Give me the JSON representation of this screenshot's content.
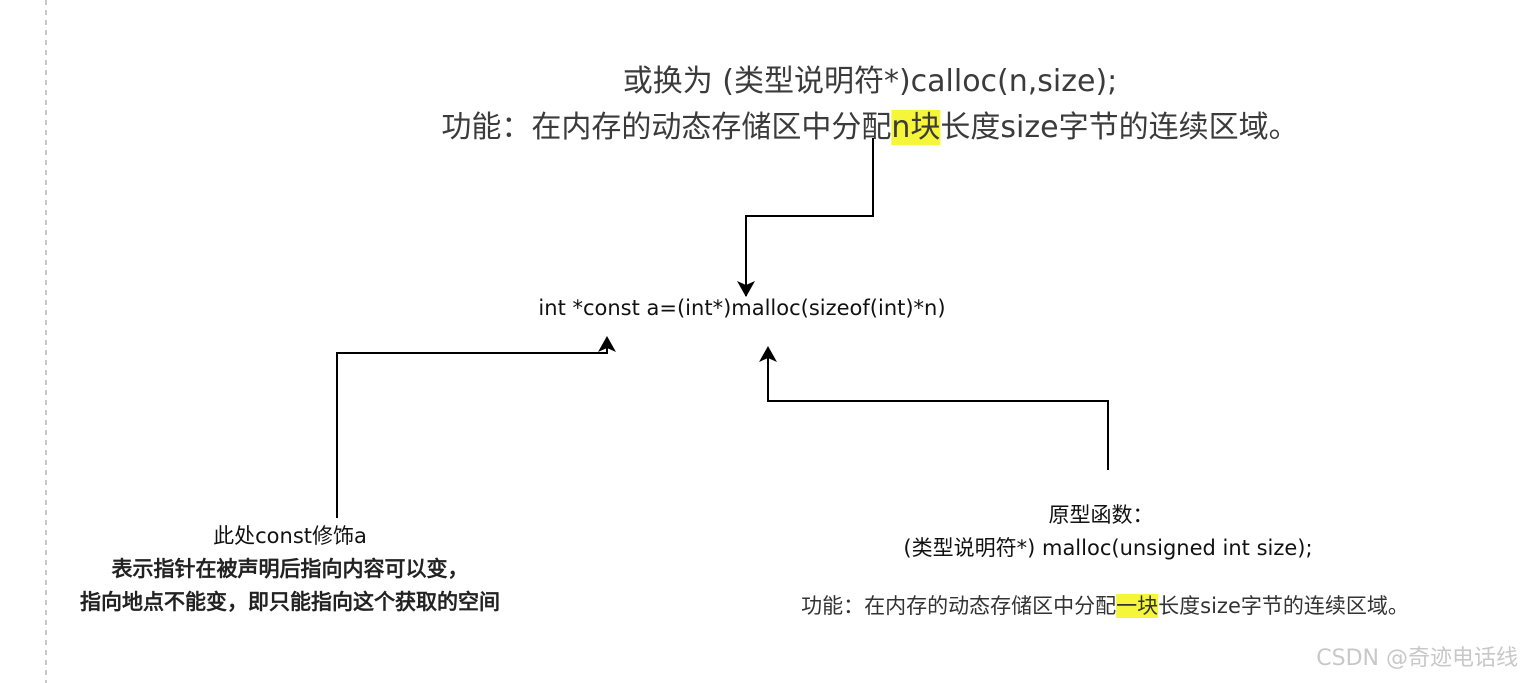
{
  "top_note": {
    "line1": "或换为 (类型说明符*)calloc(n,size);",
    "line2_prefix": "功能：在内存的动态存储区中分配",
    "line2_highlight": "n块",
    "line2_suffix": "长度size字节的连续区域。"
  },
  "code_line": "int *const a=(int*)malloc(sizeof(int)*n)",
  "left_note": {
    "line1": "此处const修饰a",
    "line2": "表示指针在被声明后指向内容可以变，",
    "line3": "指向地点不能变，即只能指向这个获取的空间"
  },
  "right_note": {
    "line1": "原型函数：",
    "line2": "(类型说明符*) malloc(unsigned int size);",
    "line3_prefix": "功能：在内存的动态存储区中分配",
    "line3_highlight": "一块",
    "line3_suffix": "长度size字节的连续区域。"
  },
  "watermark": "CSDN @奇迹电话线",
  "colors": {
    "highlight": "#f5f53a",
    "connector": "#000000",
    "guide": "#c8c8c8"
  }
}
